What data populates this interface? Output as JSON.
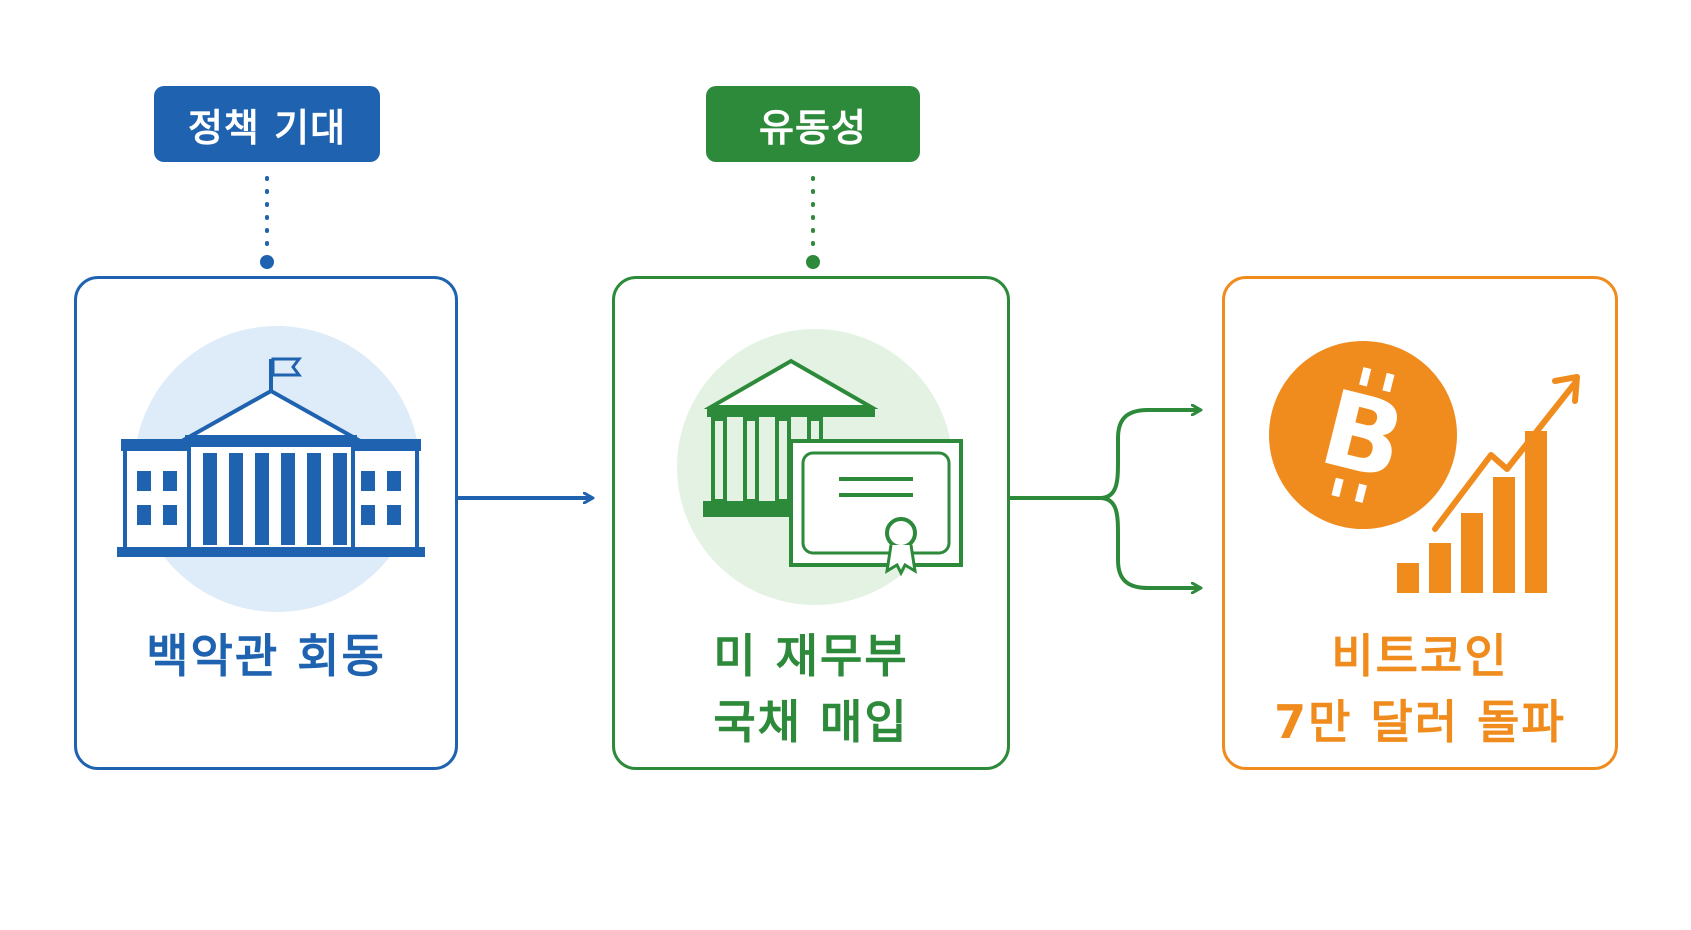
{
  "tags": {
    "policy": "정책 기대",
    "liquidity": "유동성"
  },
  "cards": {
    "white_house": {
      "line1": "백악관 회동"
    },
    "treasury": {
      "line1": "미 재무부",
      "line2": "국채 매입"
    },
    "bitcoin": {
      "line1": "비트코인",
      "line2": "7만 달러 돌파"
    }
  },
  "colors": {
    "blue": "#1f63b0",
    "green": "#2d8a3a",
    "orange": "#f08c1e"
  },
  "icons": {
    "white_house": "white-house-icon",
    "treasury": "treasury-building-icon",
    "bond": "bond-certificate-icon",
    "bitcoin": "bitcoin-icon",
    "growth": "bar-chart-up-icon"
  }
}
